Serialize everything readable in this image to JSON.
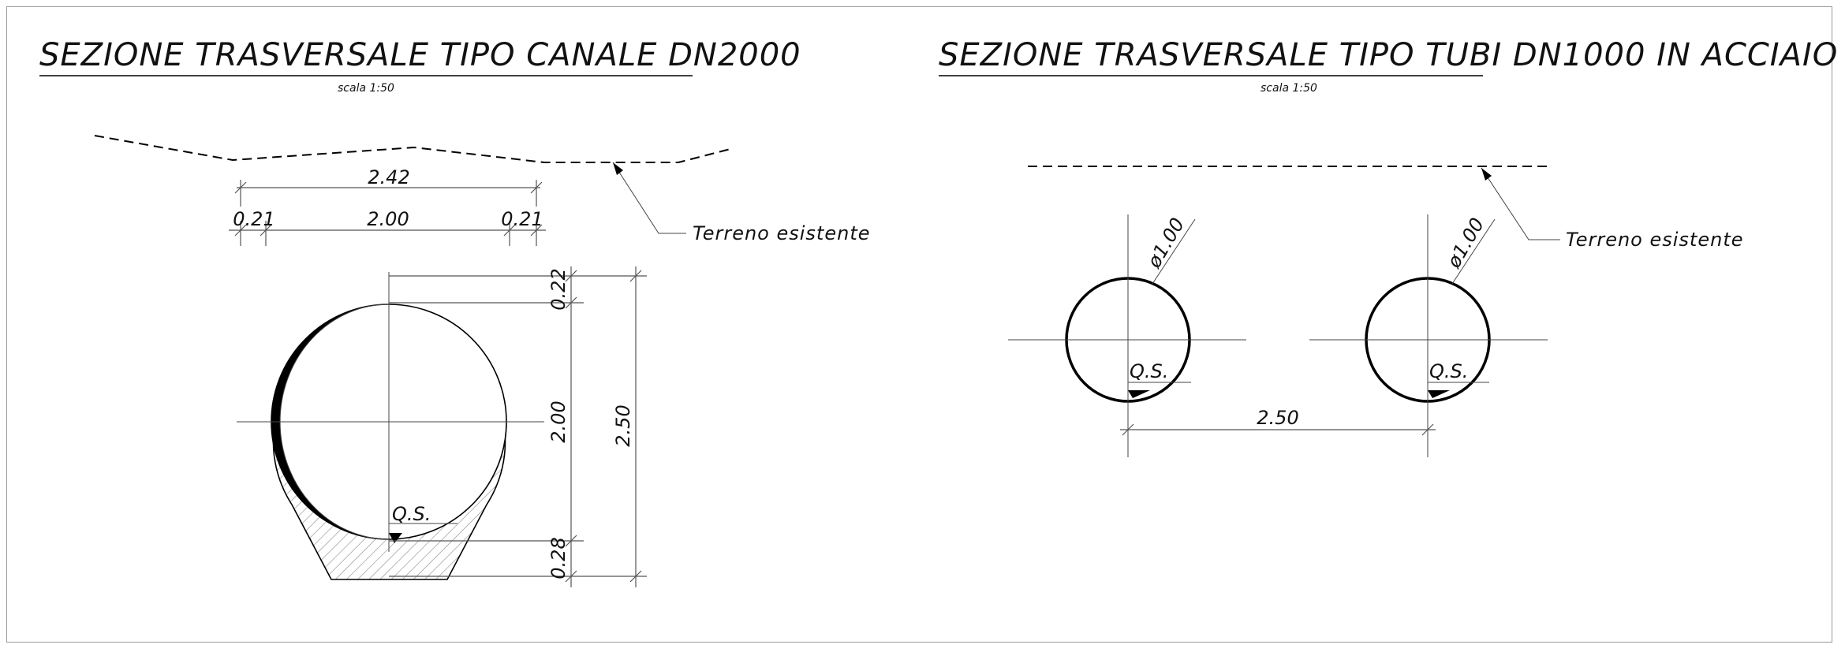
{
  "left_section": {
    "title": "SEZIONE TRASVERSALE TIPO CANALE DN2000",
    "scale": "scala 1:50",
    "dims": {
      "overall_width": "2.42",
      "side_left": "0.21",
      "inner_width": "2.00",
      "side_right": "0.21",
      "top_thickness": "0.22",
      "inner_height": "2.00",
      "bottom_thickness": "0.28",
      "overall_height": "2.50"
    },
    "water_level": "Q.S.",
    "ground_note": "Terreno esistente"
  },
  "right_section": {
    "title": "SEZIONE TRASVERSALE TIPO TUBI DN1000 IN ACCIAIO",
    "scale": "scala 1:50",
    "pipe_diameter_left": "ø1.00",
    "pipe_diameter_right": "ø1.00",
    "water_level_left": "Q.S.",
    "water_level_right": "Q.S.",
    "spacing": "2.50",
    "ground_note": "Terreno esistente"
  },
  "colors": {
    "line": "#000000",
    "frame": "#9a9a9a",
    "hatch": "#8a8a8a"
  }
}
